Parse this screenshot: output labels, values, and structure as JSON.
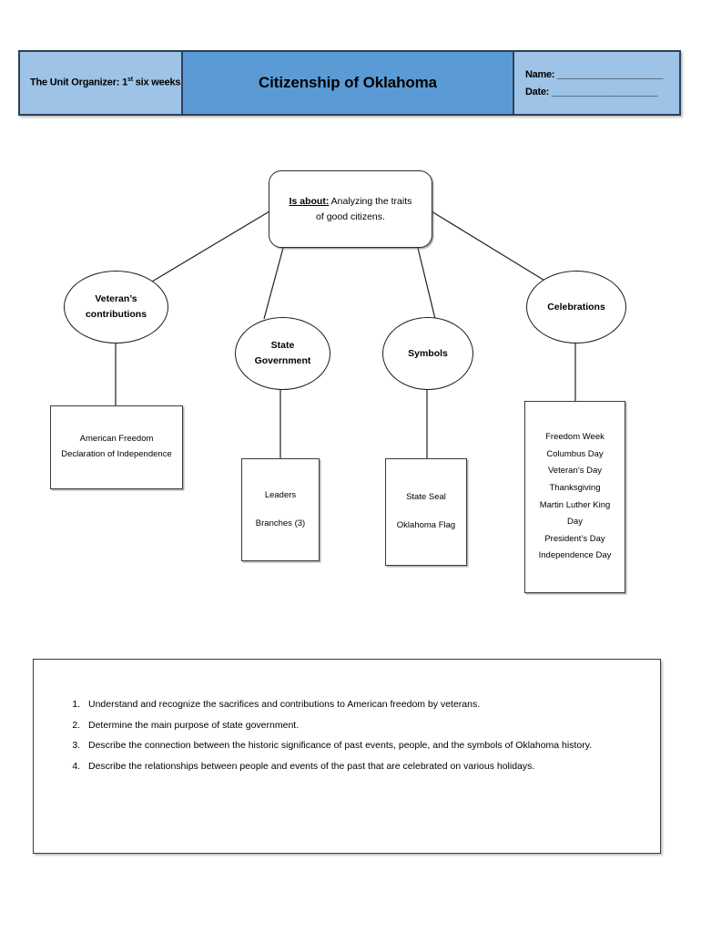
{
  "header": {
    "unit_organizer_prefix": "The Unit Organizer: 1",
    "unit_organizer_sup": "st",
    "unit_organizer_suffix": " six weeks",
    "doc_title": "Citizenship of Oklahoma",
    "name_field": "Name: ____________________",
    "date_field": "Date:  ____________________",
    "colors": {
      "side_cell": "#9dc3e6",
      "center_cell": "#5b9bd5",
      "border": "#2e4057"
    }
  },
  "diagram": {
    "is_about": {
      "lead": "Is about:",
      "line1": "  Analyzing the traits",
      "line2": "of good citizens."
    },
    "branches": [
      {
        "id": "veterans",
        "node_line1": "Veteran’s",
        "node_line2": "contributions",
        "detail_lines": [
          "American Freedom",
          "Declaration of Independence"
        ]
      },
      {
        "id": "state-government",
        "node_line1": "State",
        "node_line2": "Government",
        "detail_lines": [
          "Leaders",
          "Branches (3)"
        ]
      },
      {
        "id": "symbols",
        "node_line1": "Symbols",
        "node_line2": "",
        "detail_lines": [
          "State Seal",
          "Oklahoma Flag"
        ]
      },
      {
        "id": "celebrations",
        "node_line1": "Celebrations",
        "node_line2": "",
        "detail_lines": [
          "Freedom Week",
          "Columbus Day",
          "Veteran’s Day",
          "Thanksgiving",
          "Martin Luther King Day",
          "President’s Day",
          "Independence Day"
        ]
      }
    ]
  },
  "objectives": [
    "Understand and recognize the sacrifices and contributions to American freedom by veterans.",
    "Determine the main purpose of state government.",
    "Describe the connection between the historic significance of past events, people, and the symbols of Oklahoma history.",
    "Describe the relationships between people and events of the past that are celebrated on various holidays."
  ]
}
